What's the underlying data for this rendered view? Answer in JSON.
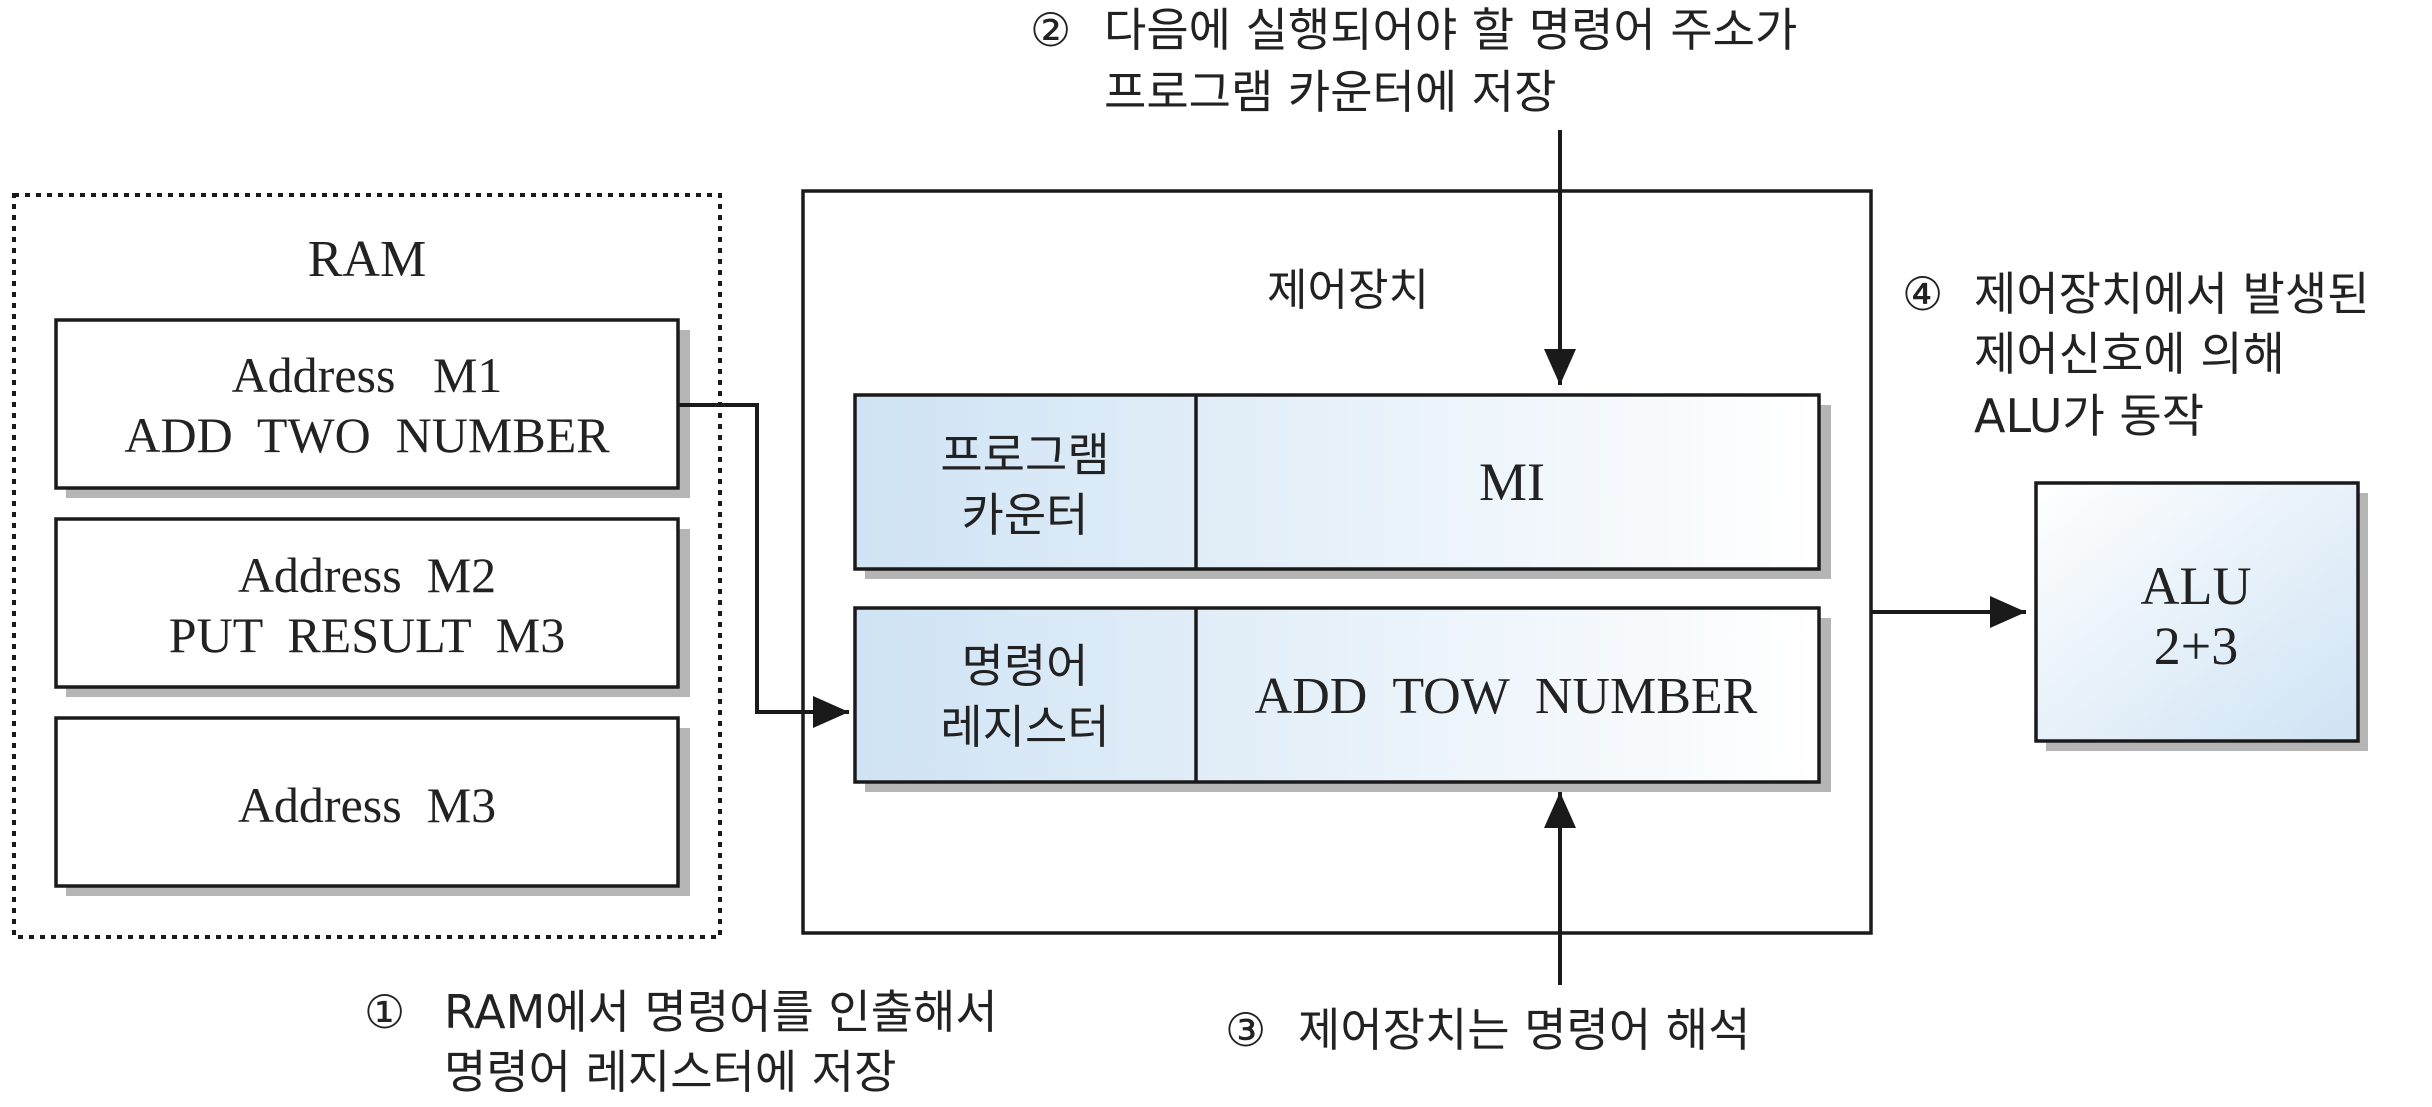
{
  "ram": {
    "title": "RAM",
    "cells": [
      {
        "line1": "Address   M1",
        "line2": "ADD  TWO  NUMBER"
      },
      {
        "line1": "Address  M2",
        "line2": "PUT  RESULT  M3"
      },
      {
        "line1": "Address  M3"
      }
    ]
  },
  "control_unit": {
    "title": "제어장치",
    "program_counter": {
      "label_line1": "프로그램",
      "label_line2": "카운터",
      "value": "MI"
    },
    "instruction_register": {
      "label_line1": "명령어",
      "label_line2": "레지스터",
      "value": "ADD  TOW  NUMBER"
    }
  },
  "alu": {
    "line1": "ALU",
    "line2": "2+3"
  },
  "steps": [
    {
      "marker": "①",
      "line1": "RAM에서 명령어를 인출해서",
      "line2": "명령어 레지스터에 저장"
    },
    {
      "marker": "②",
      "line1": "다음에 실행되어야 할 명령어 주소가",
      "line2": "프로그램 카운터에 저장"
    },
    {
      "marker": "③",
      "line1": "제어장치는 명령어 해석"
    },
    {
      "marker": "④",
      "line1": "제어장치에서 발생된",
      "line2": "제어신호에 의해",
      "line3": "ALU가 동작"
    }
  ],
  "colors": {
    "stroke": "#1a1a1a",
    "text": "#222222",
    "gradient_light": "#cfe3f4",
    "gradient_white": "#ffffff",
    "shadow": "#b5b5b5"
  }
}
